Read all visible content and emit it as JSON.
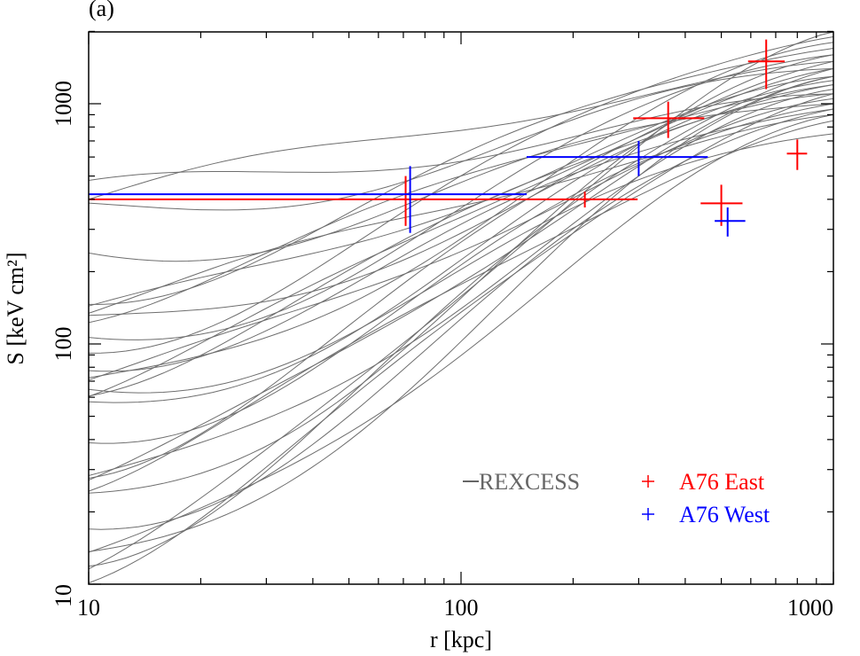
{
  "panel_label": "(a)",
  "chart_data": {
    "type": "scatter",
    "xlabel": "r [kpc]",
    "ylabel": "S [keV cm²]",
    "xscale": "log",
    "yscale": "log",
    "xlim": [
      10,
      1000
    ],
    "ylim": [
      10,
      2000
    ],
    "x_tick_labels": [
      "10",
      "100",
      "1000"
    ],
    "y_tick_labels": [
      "10",
      "100",
      "1000"
    ],
    "legend": {
      "placement": "bottom-right",
      "entries": [
        {
          "label": "REXCESS",
          "marker": "line",
          "color": "#666666"
        },
        {
          "label": "A76 East",
          "marker": "+",
          "color": "#ff0000"
        },
        {
          "label": "A76 West",
          "marker": "+",
          "color": "#0000ff"
        }
      ]
    },
    "series": [
      {
        "name": "A76 East",
        "color": "#ff0000",
        "points": [
          {
            "x": 71,
            "y": 400,
            "xerr": [
              61,
              227
            ],
            "yerr": [
              90,
              100
            ]
          },
          {
            "x": 215,
            "y": 400,
            "xerr": [
              0,
              0
            ],
            "yerr": [
              30,
              30
            ]
          },
          {
            "x": 360,
            "y": 870,
            "xerr": [
              70,
              90
            ],
            "yerr": [
              150,
              150
            ]
          },
          {
            "x": 500,
            "y": 385,
            "xerr": [
              60,
              70
            ],
            "yerr": [
              75,
              75
            ]
          },
          {
            "x": 660,
            "y": 1500,
            "xerr": [
              70,
              80
            ],
            "yerr": [
              350,
              350
            ]
          },
          {
            "x": 800,
            "y": 620,
            "xerr": [
              50,
              50
            ],
            "yerr": [
              90,
              90
            ]
          }
        ]
      },
      {
        "name": "A76 West",
        "color": "#0000ff",
        "points": [
          {
            "x": 73,
            "y": 420,
            "xerr": [
              63,
              77
            ],
            "yerr": [
              130,
              130
            ]
          },
          {
            "x": 300,
            "y": 600,
            "xerr": [
              150,
              160
            ],
            "yerr": [
              100,
              100
            ]
          },
          {
            "x": 520,
            "y": 325,
            "xerr": [
              40,
              60
            ],
            "yerr": [
              45,
              45
            ]
          }
        ]
      }
    ],
    "rexcess_profiles": [
      {
        "S10": 400,
        "S1000": 1500
      },
      {
        "S10": 380,
        "S1000": 1100
      },
      {
        "S10": 300,
        "S1000": 1400
      },
      {
        "S10": 230,
        "S1000": 1000
      },
      {
        "S10": 180,
        "S1000": 1700
      },
      {
        "S10": 160,
        "S1000": 1200
      },
      {
        "S10": 145,
        "S1000": 900
      },
      {
        "S10": 120,
        "S1000": 1300
      },
      {
        "S10": 100,
        "S1000": 1100
      },
      {
        "S10": 95,
        "S1000": 1600
      },
      {
        "S10": 90,
        "S1000": 950
      },
      {
        "S10": 80,
        "S1000": 1200
      },
      {
        "S10": 70,
        "S1000": 1400
      },
      {
        "S10": 63,
        "S1000": 1050
      },
      {
        "S10": 55,
        "S1000": 1800
      },
      {
        "S10": 48,
        "S1000": 1250
      },
      {
        "S10": 42,
        "S1000": 1000
      },
      {
        "S10": 36,
        "S1000": 1500
      },
      {
        "S10": 30,
        "S1000": 850
      },
      {
        "S10": 26,
        "S1000": 1300
      },
      {
        "S10": 22,
        "S1000": 1150
      },
      {
        "S10": 19,
        "S1000": 1600
      },
      {
        "S10": 17,
        "S1000": 950
      },
      {
        "S10": 15,
        "S1000": 1400
      },
      {
        "S10": 13,
        "S1000": 1100
      },
      {
        "S10": 12,
        "S1000": 2000
      },
      {
        "S10": 11,
        "S1000": 900
      },
      {
        "S10": 10.5,
        "S1000": 1300
      },
      {
        "S10": 60,
        "S1000": 750
      },
      {
        "S10": 110,
        "S1000": 1900
      }
    ]
  }
}
